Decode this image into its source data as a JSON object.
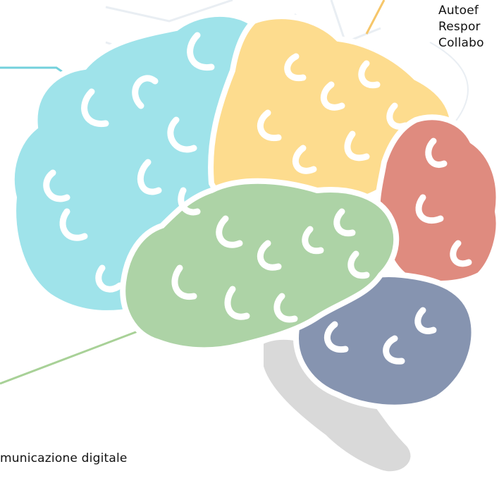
{
  "labels": {
    "top_right": [
      "Autoef",
      "Respor",
      "Collabo"
    ],
    "bottom_left": "municazione digitale"
  },
  "colors": {
    "frontal": "#9fe3ea",
    "parietal_upper": "#fddc8e",
    "parietal_back": "#df8b7f",
    "temporal": "#add3a6",
    "occipital": "#8694b0",
    "cerebellum": "#d9d9d9",
    "outline": "#ffffff",
    "line_teal": "#73d1dc",
    "line_yellow": "#f6c66a",
    "line_green": "#a8d197",
    "bg_sketch": "#e9eef3"
  }
}
